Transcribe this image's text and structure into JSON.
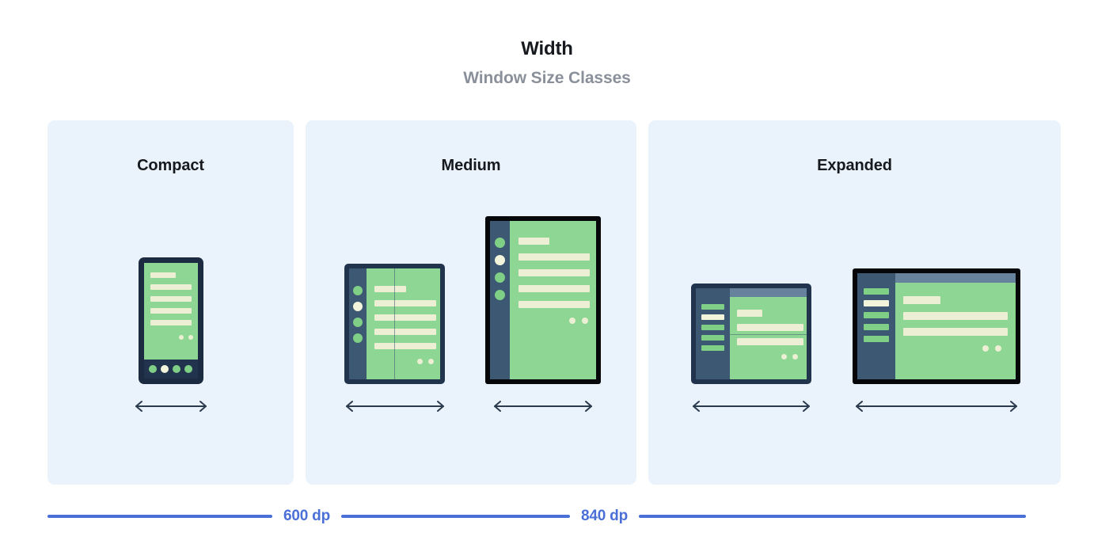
{
  "header": {
    "title": "Width",
    "subtitle": "Window Size Classes"
  },
  "colors": {
    "panel_bg": "#eaf2fb",
    "page_bg": "#ffffff",
    "title": "#16191d",
    "subtitle": "#8a9099",
    "accent_blue": "#4a70d8",
    "device_frame_navy": "#1d2b42",
    "device_frame_black": "#05070a",
    "screen_green": "#8ed694",
    "content_cream": "#ecefd4",
    "nav_rail": "#3c5873",
    "top_bar": "#66829c",
    "arrow": "#2b3a4d"
  },
  "panels": [
    {
      "id": "compact",
      "label": "Compact",
      "devices": [
        {
          "name": "phone",
          "nav_type": "bottom-bar",
          "nav_items": 4,
          "active_index": 1,
          "content_lines": 5,
          "fab_dots": 2,
          "arrow": "double-headed-horizontal"
        }
      ]
    },
    {
      "id": "medium",
      "label": "Medium",
      "devices": [
        {
          "name": "foldable-unfolded-portrait",
          "nav_type": "nav-rail-dots",
          "nav_items": 4,
          "active_index": 1,
          "content_lines": 5,
          "fab_dots": 2,
          "fold_crease": "vertical",
          "arrow": "double-headed-horizontal"
        },
        {
          "name": "tablet-portrait",
          "nav_type": "nav-rail-dots",
          "nav_items": 4,
          "active_index": 1,
          "content_lines": 5,
          "fab_dots": 2,
          "arrow": "double-headed-horizontal"
        }
      ]
    },
    {
      "id": "expanded",
      "label": "Expanded",
      "devices": [
        {
          "name": "foldable-unfolded-landscape",
          "nav_type": "nav-drawer-bars",
          "nav_items": 5,
          "active_index": 1,
          "content_lines": 3,
          "fab_dots": 2,
          "fold_crease": "horizontal",
          "top_bar": true,
          "arrow": "double-headed-horizontal"
        },
        {
          "name": "tablet-landscape",
          "nav_type": "nav-drawer-bars",
          "nav_items": 5,
          "active_index": 1,
          "content_lines": 3,
          "fab_dots": 2,
          "top_bar": true,
          "arrow": "double-headed-horizontal"
        }
      ]
    }
  ],
  "breakpoints": [
    {
      "value": "600 dp"
    },
    {
      "value": "840 dp"
    }
  ]
}
